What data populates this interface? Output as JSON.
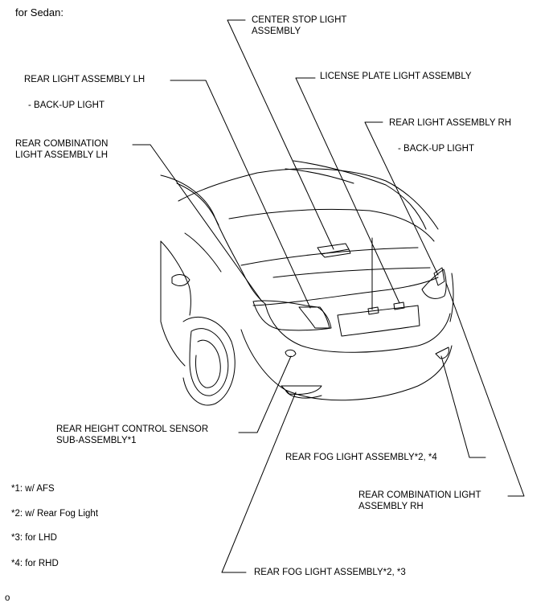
{
  "header": "for Sedan:",
  "labels": {
    "center_stop": "CENTER STOP LIGHT\nASSEMBLY",
    "rear_light_lh": "REAR LIGHT ASSEMBLY LH",
    "backup_lh": "- BACK-UP LIGHT",
    "license_plate": "LICENSE PLATE LIGHT ASSEMBLY",
    "rear_light_rh": "REAR LIGHT ASSEMBLY RH",
    "backup_rh": "- BACK-UP LIGHT",
    "rear_combo_lh": "REAR COMBINATION\nLIGHT ASSEMBLY LH",
    "height_sensor": "REAR HEIGHT CONTROL SENSOR\nSUB-ASSEMBLY*1",
    "rear_fog_rh": "REAR FOG LIGHT ASSEMBLY*2, *4",
    "rear_combo_rh": "REAR COMBINATION LIGHT\nASSEMBLY RH",
    "rear_fog_lh": "REAR FOG LIGHT ASSEMBLY*2, *3"
  },
  "notes": [
    "*1: w/ AFS",
    "*2: w/ Rear Fog Light",
    "*3: for LHD",
    "*4: for RHD"
  ],
  "footer_code": "o"
}
